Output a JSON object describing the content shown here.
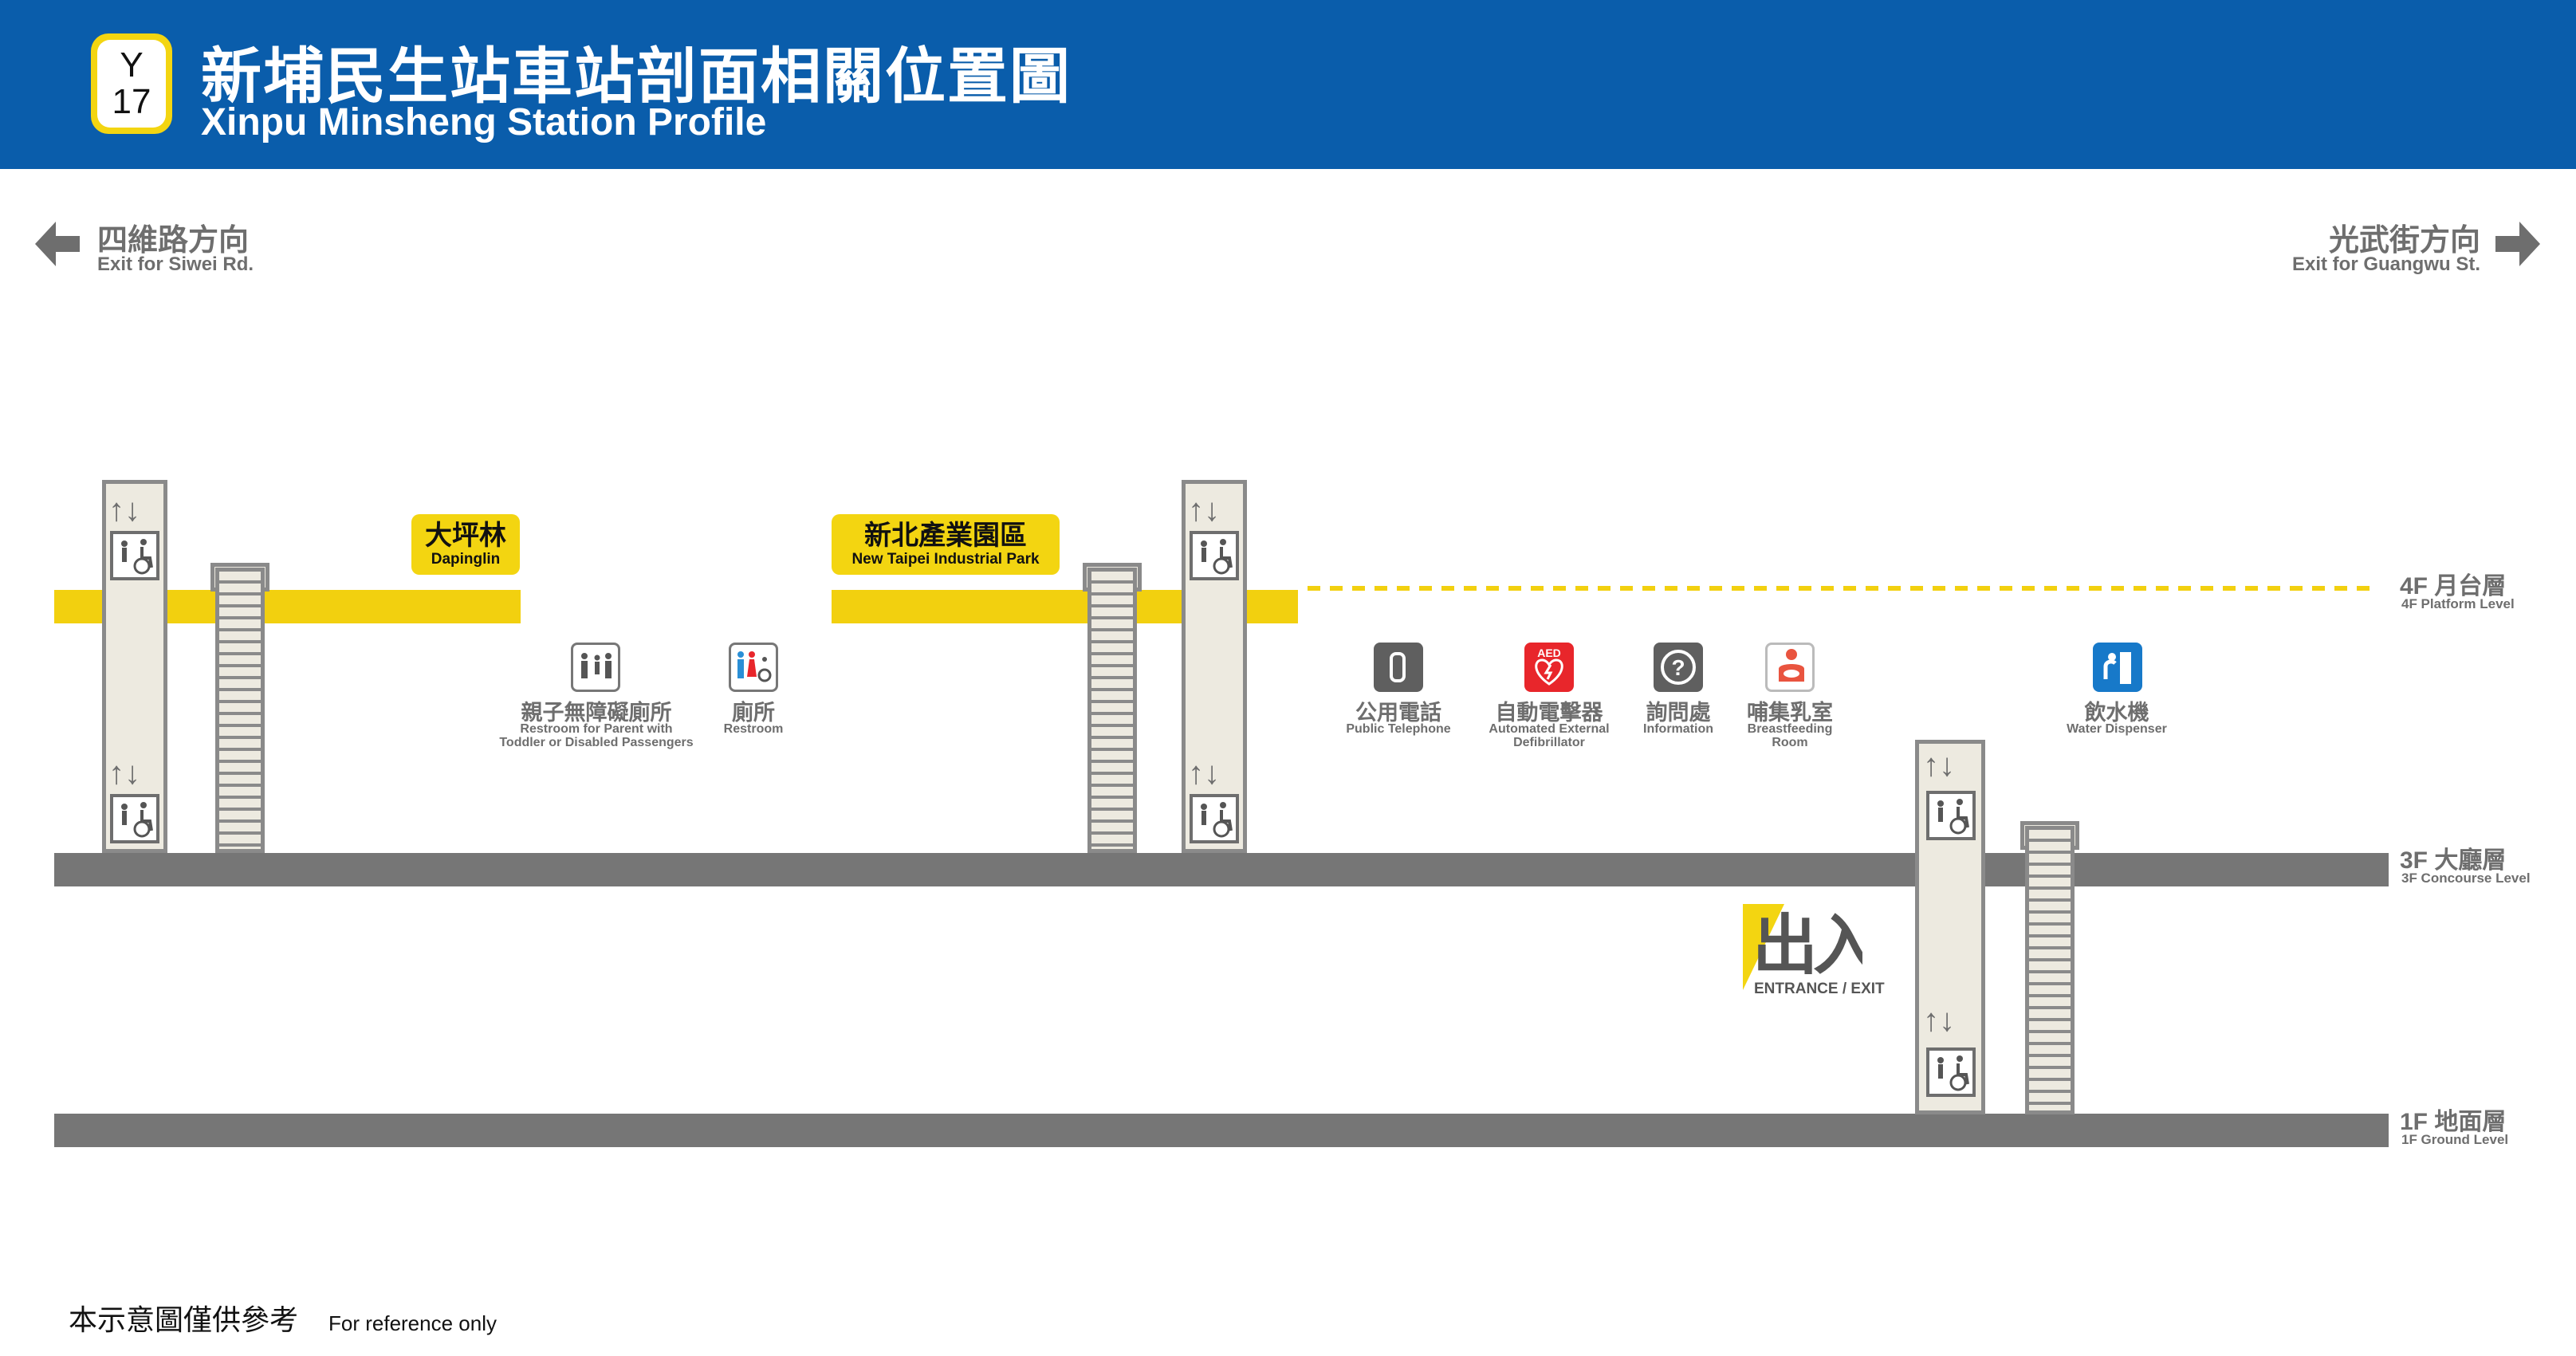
{
  "header": {
    "line_badge": {
      "line": "Y",
      "number": "17"
    },
    "title_zh": "新埔民生站車站剖面相關位置圖",
    "title_en": "Xinpu Minsheng Station Profile"
  },
  "directions": {
    "left": {
      "zh": "四維路方向",
      "en": "Exit for Siwei Rd."
    },
    "right": {
      "zh": "光武街方向",
      "en": "Exit for Guangwu St."
    }
  },
  "floors": [
    {
      "zh": "4F 月台層",
      "en": "4F Platform Level"
    },
    {
      "zh": "3F 大廳層",
      "en": "3F Concourse Level"
    },
    {
      "zh": "1F 地面層",
      "en": "1F Ground Level"
    }
  ],
  "platforms": [
    {
      "zh": "大坪林",
      "en": "Dapinglin"
    },
    {
      "zh": "新北產業園區",
      "en": "New Taipei Industrial Park"
    }
  ],
  "facilities": [
    {
      "zh": "親子無障礙廁所",
      "en": "Restroom for Parent with\nToddler or Disabled Passengers",
      "icon": "family-accessible-restroom-icon"
    },
    {
      "zh": "廁所",
      "en": "Restroom",
      "icon": "restroom-icon"
    },
    {
      "zh": "公用電話",
      "en": "Public Telephone",
      "icon": "telephone-icon"
    },
    {
      "zh": "自動電擊器",
      "en": "Automated External\nDefibrillator",
      "icon": "aed-icon",
      "icon_text": "AED"
    },
    {
      "zh": "詢問處",
      "en": "Information",
      "icon": "information-icon",
      "icon_text": "?"
    },
    {
      "zh": "哺集乳室",
      "en": "Breastfeeding\nRoom",
      "icon": "breastfeeding-room-icon"
    },
    {
      "zh": "飲水機",
      "en": "Water Dispenser",
      "icon": "water-dispenser-icon"
    }
  ],
  "entrance": {
    "zh": "出入口",
    "en": "ENTRANCE / EXIT"
  },
  "elevator_arrows": "↑↓",
  "footer": {
    "note_zh": "本示意圖僅供參考",
    "note_en": "For reference only"
  },
  "colors": {
    "header_blue": "#0a5dab",
    "line_yellow": "#f3d511",
    "floor_gray": "#767676",
    "aed_red": "#e8262b",
    "restroom_blue": "#2a8fd6",
    "restroom_red": "#e8262b",
    "water_blue": "#1779c9",
    "breastfeeding_red": "#e9543f",
    "icon_gray": "#555555"
  }
}
